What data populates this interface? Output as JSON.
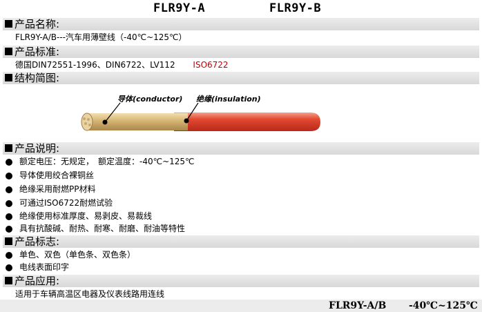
{
  "header": {
    "title_a": "FLR9Y-A",
    "title_b": "FLR9Y-B"
  },
  "sections": {
    "name": {
      "heading": "产品名称:",
      "text": "FLR9Y-A/B---汽车用薄壁线（-40℃~125℃）"
    },
    "standard": {
      "heading": "产品标准:",
      "text": "德国DIN72551-1996、DIN6722、LV112",
      "highlight": "ISO6722",
      "highlight_color": "#c00000"
    },
    "structure": {
      "heading": "结构简图:",
      "conductor_label": "导体(conductor)",
      "insulation_label": "绝缘(insulation)"
    },
    "description": {
      "heading": "产品说明:",
      "items": [
        "额定电压：无规定，　额定温度：-40℃~125℃",
        "导体使用绞合裸铜丝",
        "绝缘采用耐燃PP材料",
        "可通过ISO6722耐燃试验",
        "绝缘使用标准厚度、易剥皮、易裁线",
        "具有抗酸碱、耐热、耐寒、耐磨、耐油等特性"
      ]
    },
    "marking": {
      "heading": "产品标志:",
      "items": [
        "单色、双色（单色条、双色条）",
        "电线表面印字"
      ]
    },
    "application": {
      "heading": "产品应用:",
      "text": "适用于车辆高温区电器及仪表线路用连线"
    }
  },
  "footer": {
    "model": "FLR9Y-A/B",
    "temp": "-40℃~125℃"
  },
  "colors": {
    "insulation": "#e0432f",
    "conductor": "#d8b878",
    "bar": "#ececec"
  }
}
